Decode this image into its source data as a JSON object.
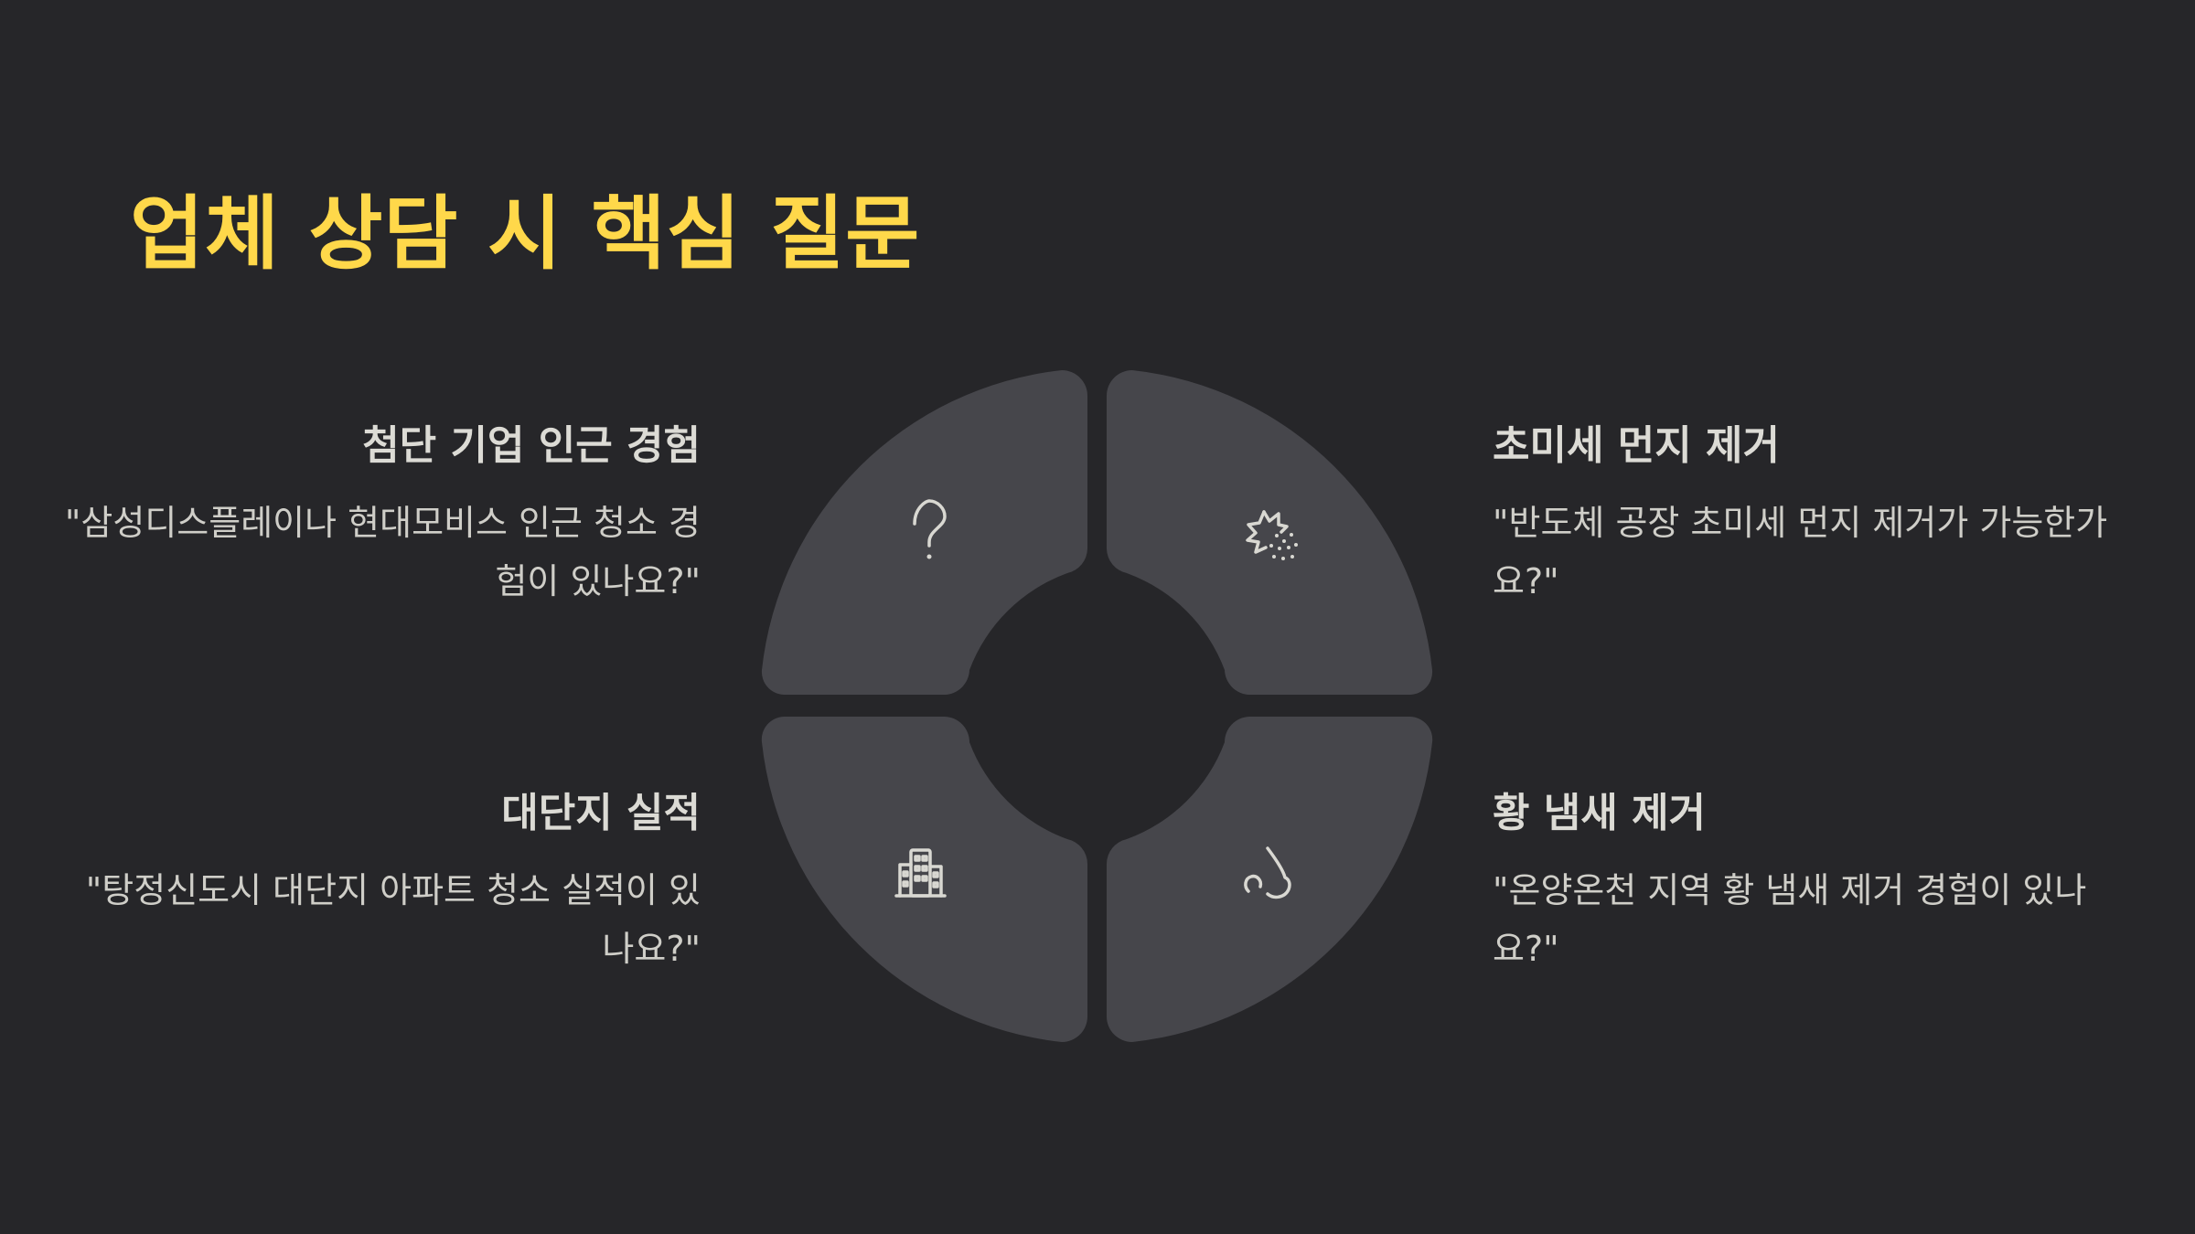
{
  "slide": {
    "title": "업체 상담 시 핵심 질문"
  },
  "quadrants": [
    {
      "id": "top-left",
      "icon": "question-mark-icon",
      "heading": "첨단 기업 인근 경험",
      "text": "\"삼성디스플레이나 현대모비스 인근 청소 경험이 있나요?\""
    },
    {
      "id": "top-right",
      "icon": "fine-dust-icon",
      "heading": "초미세 먼지 제거",
      "text": "\"반도체 공장 초미세 먼지 제거가 가능한가요?\""
    },
    {
      "id": "bottom-left",
      "icon": "apartment-building-icon",
      "heading": "대단지 실적",
      "text": "\"탕정신도시 대단지 아파트 청소 실적이 있나요?\""
    },
    {
      "id": "bottom-right",
      "icon": "nose-smell-icon",
      "heading": "황 냄새 제거",
      "text": "\"온양온천 지역 황 냄새 제거 경험이 있나요?\""
    }
  ],
  "colors": {
    "background": "#262629",
    "title": "#ffd84a",
    "segment": "#46464b",
    "icon": "#d9d8d2",
    "text": "#cfcec8"
  }
}
